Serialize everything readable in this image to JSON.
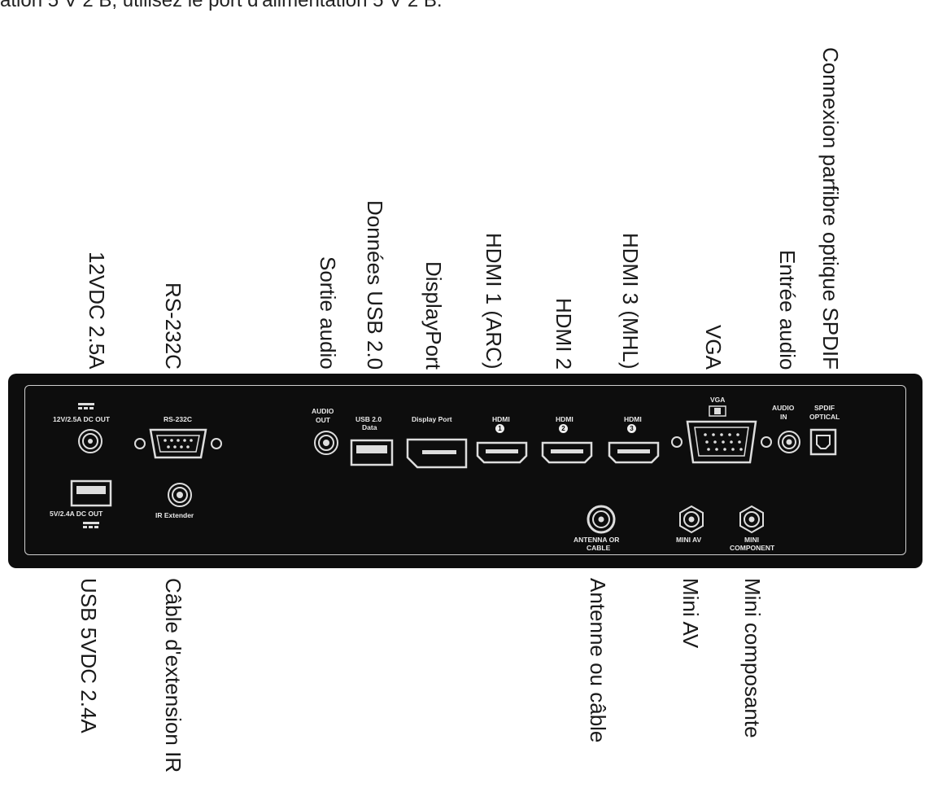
{
  "intro_text": "ation 5 V 2 B, utilisez le port d'alimentation 5 V 2 B.",
  "callouts_top": {
    "dc12v": "12VDC 2.5A",
    "rs232c": "RS-232C",
    "audio_out": "Sortie audio",
    "usb_data": "Données USB 2.0",
    "displayport": "DisplayPort",
    "hdmi1": "HDMI 1 (ARC)",
    "hdmi2": "HDMI 2",
    "hdmi3": "HDMI 3 (MHL)",
    "vga": "VGA",
    "audio_in": "Entrée audio",
    "spdif": "Connexion parfibre optique SPDIF"
  },
  "callouts_bottom": {
    "usb5v": "USB 5VDC 2.4A",
    "ir_ext": "Câble d'extension IR",
    "antenna": "Antenne ou câble",
    "mini_av": "Mini AV",
    "mini_comp": "Mini composante"
  },
  "panel_labels": {
    "dc_out": "12V/2.5A DC OUT",
    "rs232c": "RS-232C",
    "audio_out_1": "AUDIO",
    "audio_out_2": "OUT",
    "usb_1": "USB 2.0",
    "usb_2": "Data",
    "displayport": "Display Port",
    "hdmi": "HDMI",
    "hdmi1_num": "1",
    "hdmi2_num": "2",
    "hdmi3_num": "3",
    "vga": "VGA",
    "audio_in_1": "AUDIO",
    "audio_in_2": "IN",
    "spdif_1": "SPDIF",
    "spdif_2": "OPTICAL",
    "usb_out": "5V/2.4A DC OUT",
    "ir_ext": "IR Extender",
    "antenna_1": "ANTENNA OR",
    "antenna_2": "CABLE",
    "mini_av": "MINI AV",
    "mini_comp_1": "MINI",
    "mini_comp_2": "COMPONENT"
  }
}
